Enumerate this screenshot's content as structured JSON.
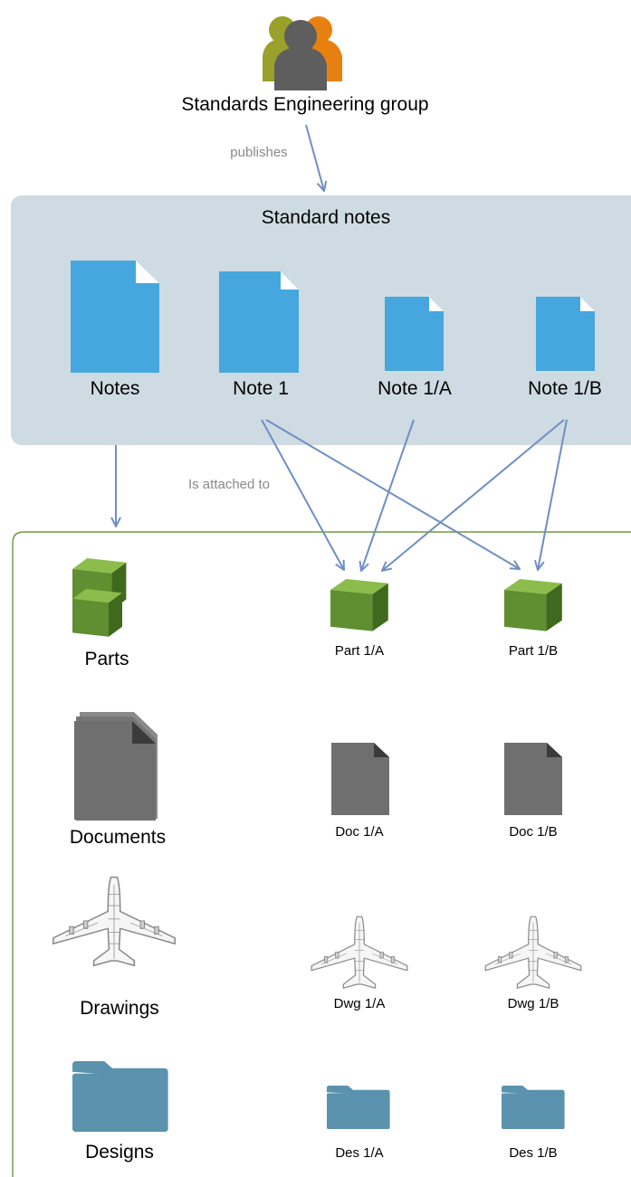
{
  "actor": {
    "name": "Standards Engineering group",
    "icon": "users-icon"
  },
  "edges": {
    "publishes": "publishes",
    "attached": "Is attached to"
  },
  "notes_group": {
    "title": "Standard notes",
    "items": [
      {
        "label": "Notes",
        "icon": "document-icon"
      },
      {
        "label": "Note 1",
        "icon": "document-icon"
      },
      {
        "label": "Note 1/A",
        "icon": "document-icon"
      },
      {
        "label": "Note 1/B",
        "icon": "document-icon"
      }
    ]
  },
  "targets": {
    "categories": [
      {
        "label": "Parts",
        "icon": "cube-icon"
      },
      {
        "label": "Documents",
        "icon": "document-icon"
      },
      {
        "label": "Drawings",
        "icon": "airplane-icon"
      },
      {
        "label": "Designs",
        "icon": "folder-icon"
      }
    ],
    "items_a": [
      "Part 1/A",
      "Doc 1/A",
      "Dwg 1/A",
      "Des 1/A"
    ],
    "items_b": [
      "Part 1/B",
      "Doc 1/B",
      "Dwg 1/B",
      "Des 1/B"
    ]
  },
  "colors": {
    "panel": "#cfdbe3",
    "note_blue": "#45a7de",
    "cube_green": "#6a9b35",
    "doc_gray": "#6f6f6f",
    "folder_blue": "#5b92ae",
    "arrow": "#6f8fc3",
    "frame_green": "#6e9a3c"
  }
}
